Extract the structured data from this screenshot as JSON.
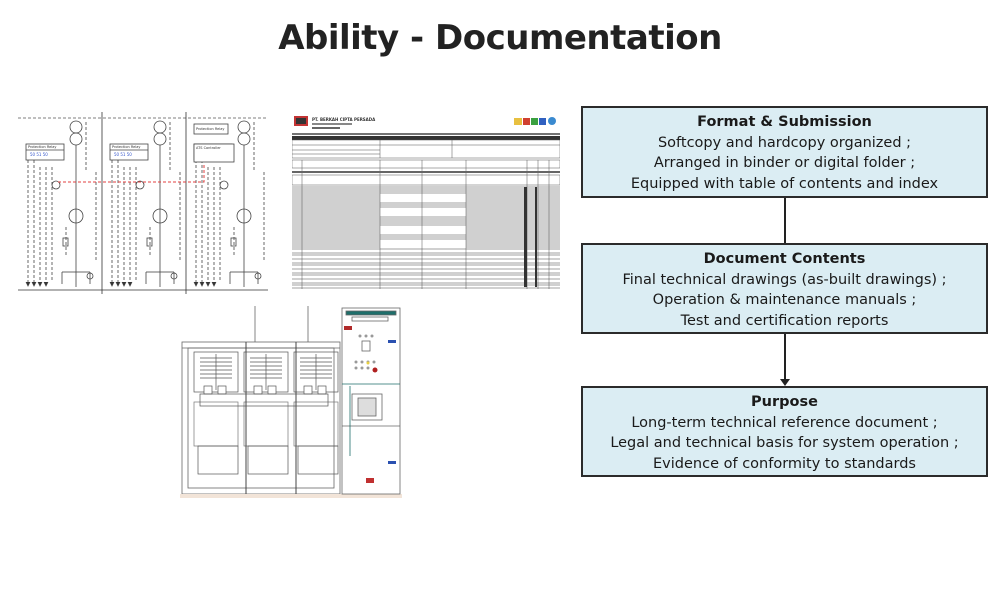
{
  "page": {
    "title": "Ability - Documentation"
  },
  "flowchart": {
    "boxes": [
      {
        "title": "Format & Submission",
        "lines": [
          "Softcopy and hardcopy organized ;",
          "Arranged in binder or digital folder ;",
          "Equipped with table of contents and index"
        ]
      },
      {
        "title": "Document Contents",
        "lines": [
          "Final technical drawings (as-built drawings) ;",
          "Operation & maintenance manuals ;",
          "Test and certification reports"
        ]
      },
      {
        "title": "Purpose",
        "lines": [
          "Long-term technical reference document ;",
          "Legal and technical basis for system operation ;",
          "Evidence of conformity to standards"
        ]
      }
    ],
    "connectors": [
      {
        "from": "Format & Submission",
        "to": "Document Contents",
        "arrow": false
      },
      {
        "from": "Document Contents",
        "to": "Purpose",
        "arrow": true
      }
    ],
    "colors": {
      "box_fill": "#dbedf3",
      "box_border": "#2b2b2b"
    }
  },
  "images": {
    "schematic": {
      "description": "single-line-diagram",
      "labels": [
        "Protection Relay",
        "Protection Relay",
        "Protection Relay",
        "ATS Controller"
      ]
    },
    "testplan": {
      "description": "inspection-and-test-plan-document",
      "company": "PT. BERKAH CIPTA PERSADA"
    },
    "cabinet": {
      "description": "switchgear-panel-drawing"
    }
  }
}
